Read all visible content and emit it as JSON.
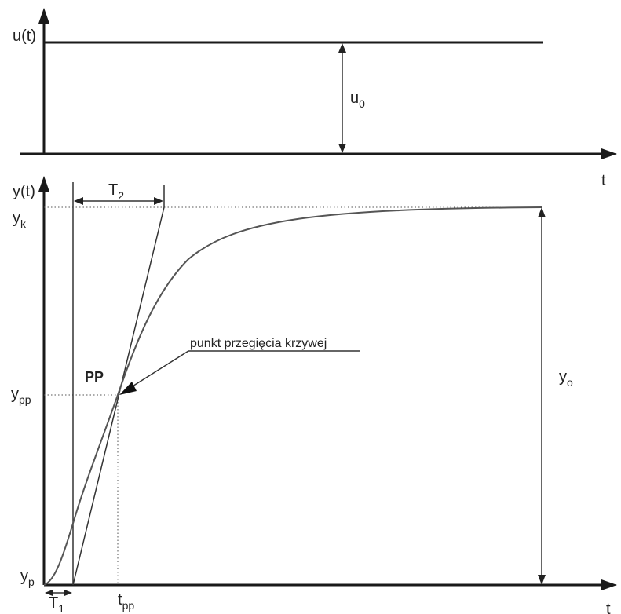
{
  "top_plot": {
    "y_axis_label": "u(t)",
    "x_axis_label": "t",
    "amplitude_label": "u",
    "amplitude_sub": "0"
  },
  "bottom_plot": {
    "y_axis_label": "y(t)",
    "x_axis_label": "t",
    "yk_main": "y",
    "yk_sub": "k",
    "ypp_main": "y",
    "ypp_sub": "pp",
    "yp_main": "y",
    "yp_sub": "p",
    "t1_main": "T",
    "t1_sub": "1",
    "t2_main": "T",
    "t2_sub": "2",
    "tpp_main": "t",
    "tpp_sub": "pp",
    "yo_main": "y",
    "yo_sub": "o",
    "inflection_label": "PP",
    "inflection_note": "punkt przegięcia krzywej"
  },
  "colors": {
    "axis": "#1a1a1a",
    "curve": "#555555",
    "text": "#222222"
  }
}
